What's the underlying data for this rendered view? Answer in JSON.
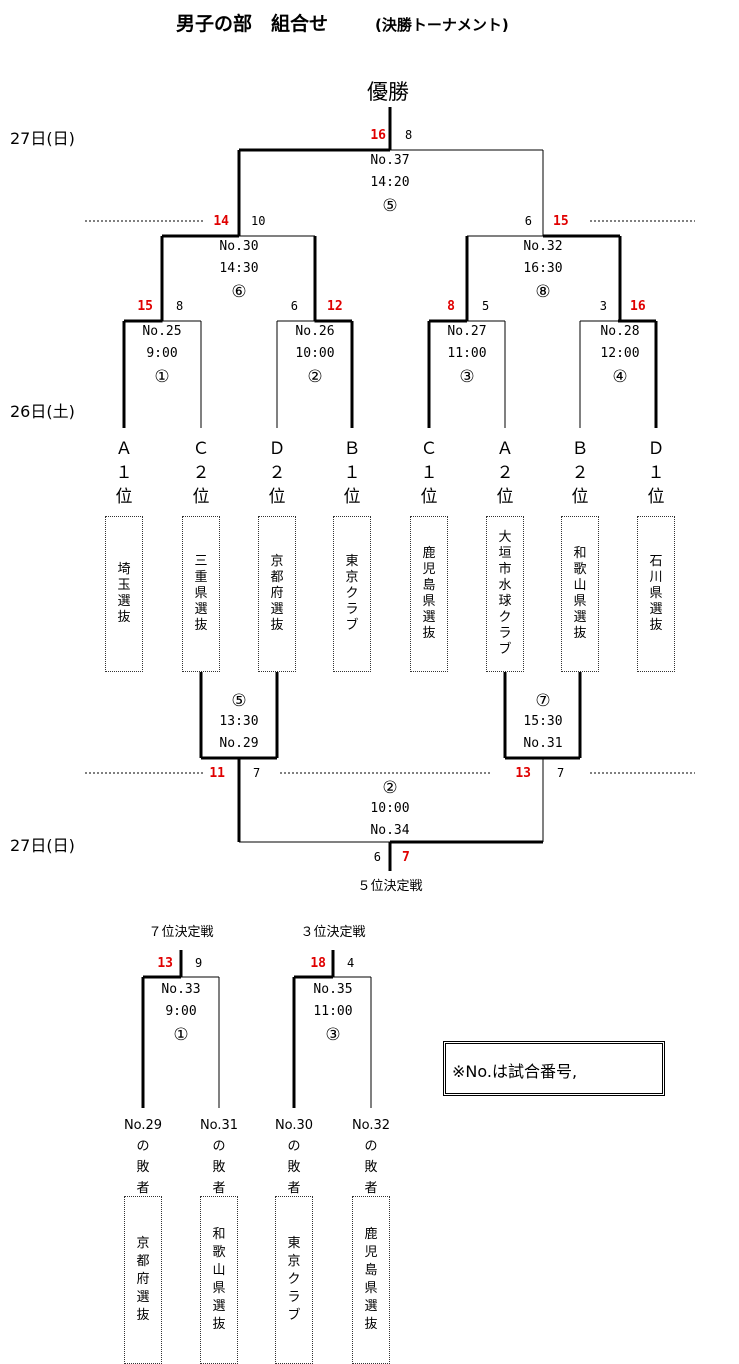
{
  "title": {
    "main": "男子の部　組合せ",
    "sub": "(決勝トーナメント)"
  },
  "champion_label": "優勝",
  "days": {
    "day27": "27日(日)",
    "day26": "26日(土)",
    "day27b": "27日(日)"
  },
  "matches": {
    "m37": {
      "no": "No.37",
      "time": "14:20",
      "court": "⑤",
      "left_score": "16",
      "right_score": "8"
    },
    "m30": {
      "no": "No.30",
      "time": "14:30",
      "court": "⑥",
      "left_score": "14",
      "right_score": "10"
    },
    "m32": {
      "no": "No.32",
      "time": "16:30",
      "court": "⑧",
      "left_score": "6",
      "right_score": "15"
    },
    "m25": {
      "no": "No.25",
      "time": "9:00",
      "court": "①",
      "left_score": "15",
      "right_score": "8"
    },
    "m26": {
      "no": "No.26",
      "time": "10:00",
      "court": "②",
      "left_score": "6",
      "right_score": "12"
    },
    "m27": {
      "no": "No.27",
      "time": "11:00",
      "court": "③",
      "left_score": "8",
      "right_score": "5"
    },
    "m28": {
      "no": "No.28",
      "time": "12:00",
      "court": "④",
      "left_score": "3",
      "right_score": "16"
    },
    "m29": {
      "no": "No.29",
      "time": "13:30",
      "court": "⑤"
    },
    "m31": {
      "no": "No.31",
      "time": "15:30",
      "court": "⑦"
    },
    "m34": {
      "no": "No.34",
      "time": "10:00",
      "court": "②",
      "s1": "11",
      "s2": "7",
      "s3": "13",
      "s4": "7",
      "s5": "6",
      "s6": "7",
      "label": "５位決定戦"
    },
    "m33": {
      "no": "No.33",
      "time": "9:00",
      "court": "①",
      "left_score": "13",
      "right_score": "9",
      "label": "７位決定戦"
    },
    "m35": {
      "no": "No.35",
      "time": "11:00",
      "court": "③",
      "left_score": "18",
      "right_score": "4",
      "label": "３位決定戦"
    }
  },
  "slots": [
    {
      "group": "Ａ",
      "rank": "１",
      "pos": "位",
      "team": "埼玉選抜"
    },
    {
      "group": "Ｃ",
      "rank": "２",
      "pos": "位",
      "team": "三重県選抜"
    },
    {
      "group": "Ｄ",
      "rank": "２",
      "pos": "位",
      "team": "京都府選抜"
    },
    {
      "group": "Ｂ",
      "rank": "１",
      "pos": "位",
      "team": "東京クラブ"
    },
    {
      "group": "Ｃ",
      "rank": "１",
      "pos": "位",
      "team": "鹿児島県選抜"
    },
    {
      "group": "Ａ",
      "rank": "２",
      "pos": "位",
      "team": "大垣市水球クラブ"
    },
    {
      "group": "Ｂ",
      "rank": "２",
      "pos": "位",
      "team": "和歌山県選抜"
    },
    {
      "group": "Ｄ",
      "rank": "１",
      "pos": "位",
      "team": "石川県選抜"
    }
  ],
  "losers": [
    {
      "ref": "No.29",
      "no": "の",
      "ha": "敗",
      "sha": "者",
      "team": "京都府選抜"
    },
    {
      "ref": "No.31",
      "no": "の",
      "ha": "敗",
      "sha": "者",
      "team": "和歌山県選抜"
    },
    {
      "ref": "No.30",
      "no": "の",
      "ha": "敗",
      "sha": "者",
      "team": "東京クラブ"
    },
    {
      "ref": "No.32",
      "no": "の",
      "ha": "敗",
      "sha": "者",
      "team": "鹿児島県選抜"
    }
  ],
  "note": "※No.は試合番号,"
}
